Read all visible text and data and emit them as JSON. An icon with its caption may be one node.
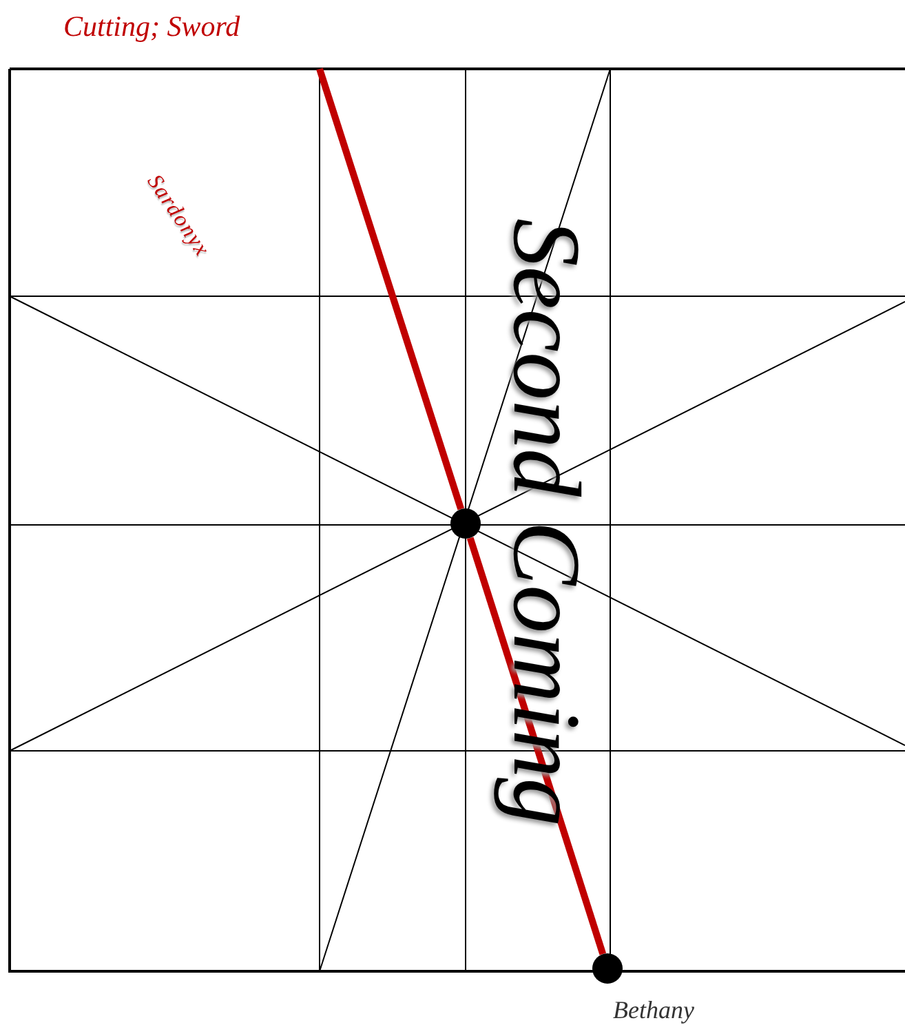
{
  "diagram": {
    "nodes": [
      {
        "text": [],
        "shape": "circle"
      },
      {
        "text": [],
        "shape": "circle",
        "beside": [
          "Bethany"
        ]
      }
    ],
    "edges": [
      {
        "from": null,
        "to": 0,
        "arrow": "none"
      },
      {
        "from": 0,
        "to": 1,
        "arrow": "none"
      }
    ],
    "labels": [
      "Cutting; Sword",
      "Sardonyx",
      "Second Coming"
    ]
  }
}
